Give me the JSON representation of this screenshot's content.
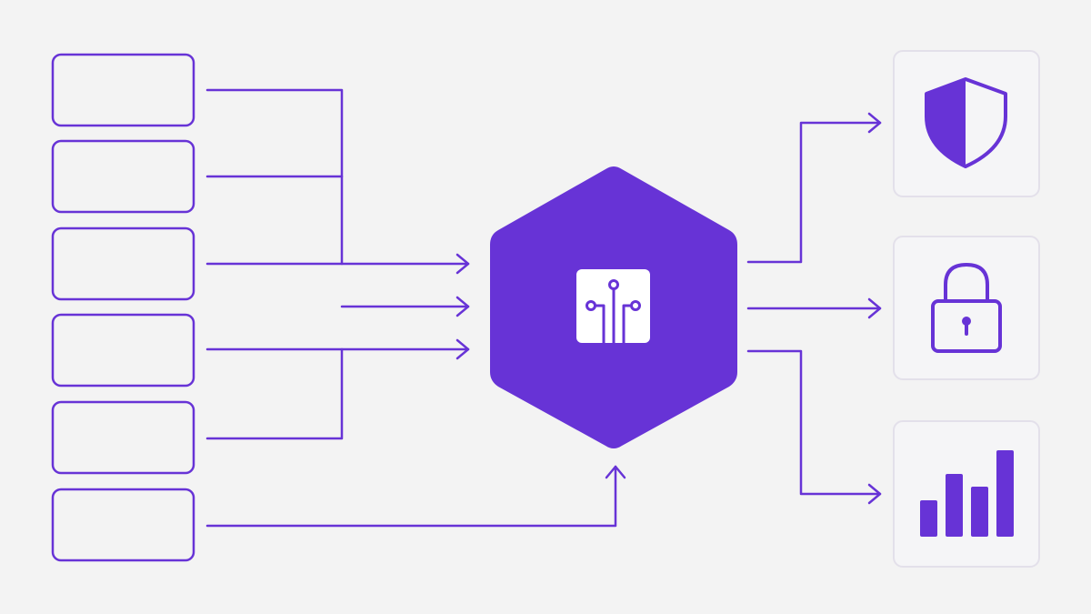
{
  "colors": {
    "background": "#f3f3f3",
    "accent": "#6733d6",
    "card_border": "#e3e0ea",
    "card_fill": "#f5f5f7",
    "chip_fill": "#ffffff"
  },
  "inputs": [
    {
      "id": "input-1",
      "label": ""
    },
    {
      "id": "input-2",
      "label": ""
    },
    {
      "id": "input-3",
      "label": ""
    },
    {
      "id": "input-4",
      "label": ""
    },
    {
      "id": "input-5",
      "label": ""
    },
    {
      "id": "input-6",
      "label": ""
    }
  ],
  "hub": {
    "shape": "hexagon",
    "icon": "circuit-chip-icon"
  },
  "outputs": [
    {
      "id": "output-security",
      "icon": "shield-icon"
    },
    {
      "id": "output-privacy",
      "icon": "padlock-icon"
    },
    {
      "id": "output-analytics",
      "icon": "bar-chart-icon",
      "bar_levels": [
        0.42,
        0.73,
        0.58,
        1.0
      ]
    }
  ]
}
